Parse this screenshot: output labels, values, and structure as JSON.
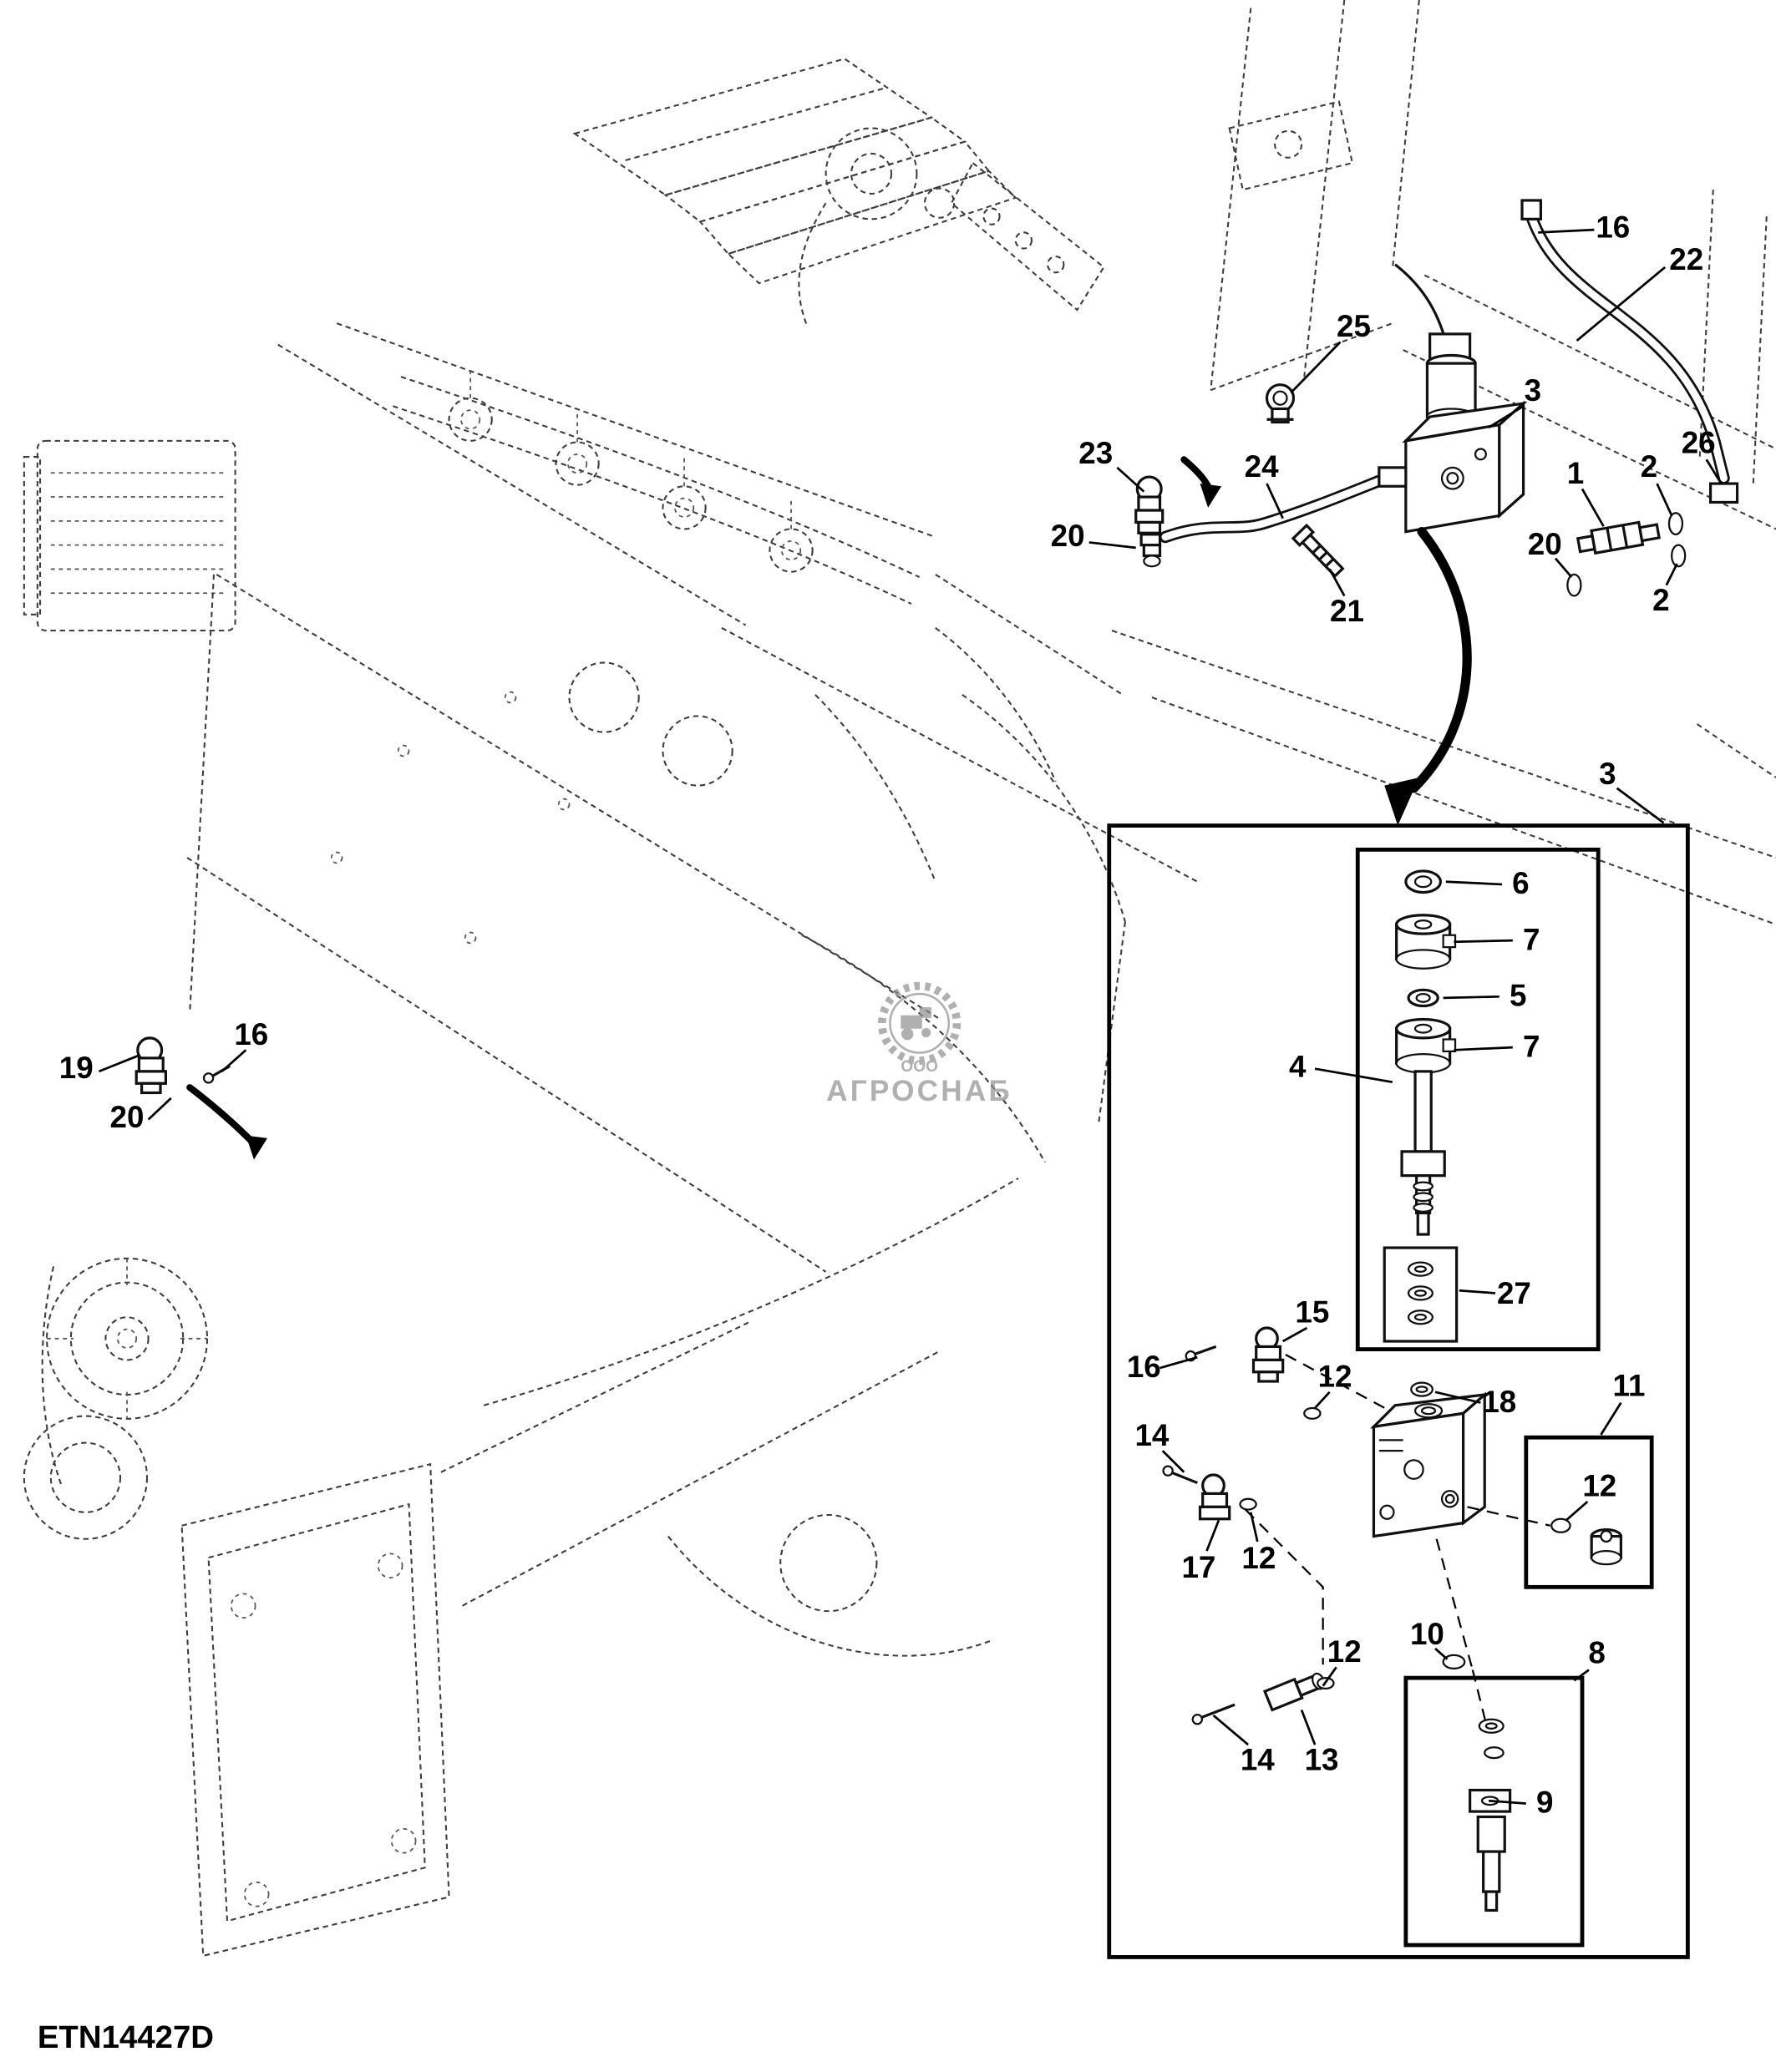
{
  "figure_id": "ETN14427D",
  "watermark": {
    "org_type": "ООО",
    "name": "АГРОСНАБ"
  },
  "callouts": [
    {
      "label": "16"
    },
    {
      "label": "22"
    },
    {
      "label": "25"
    },
    {
      "label": "3"
    },
    {
      "label": "23"
    },
    {
      "label": "24"
    },
    {
      "label": "1"
    },
    {
      "label": "2"
    },
    {
      "label": "26"
    },
    {
      "label": "20"
    },
    {
      "label": "20"
    },
    {
      "label": "21"
    },
    {
      "label": "2"
    },
    {
      "label": "3"
    },
    {
      "label": "19"
    },
    {
      "label": "16"
    },
    {
      "label": "20"
    },
    {
      "label": "6"
    },
    {
      "label": "7"
    },
    {
      "label": "5"
    },
    {
      "label": "7"
    },
    {
      "label": "4"
    },
    {
      "label": "27"
    },
    {
      "label": "16"
    },
    {
      "label": "15"
    },
    {
      "label": "12"
    },
    {
      "label": "18"
    },
    {
      "label": "11"
    },
    {
      "label": "14"
    },
    {
      "label": "17"
    },
    {
      "label": "12"
    },
    {
      "label": "12"
    },
    {
      "label": "12"
    },
    {
      "label": "10"
    },
    {
      "label": "8"
    },
    {
      "label": "14"
    },
    {
      "label": "13"
    },
    {
      "label": "9"
    }
  ]
}
